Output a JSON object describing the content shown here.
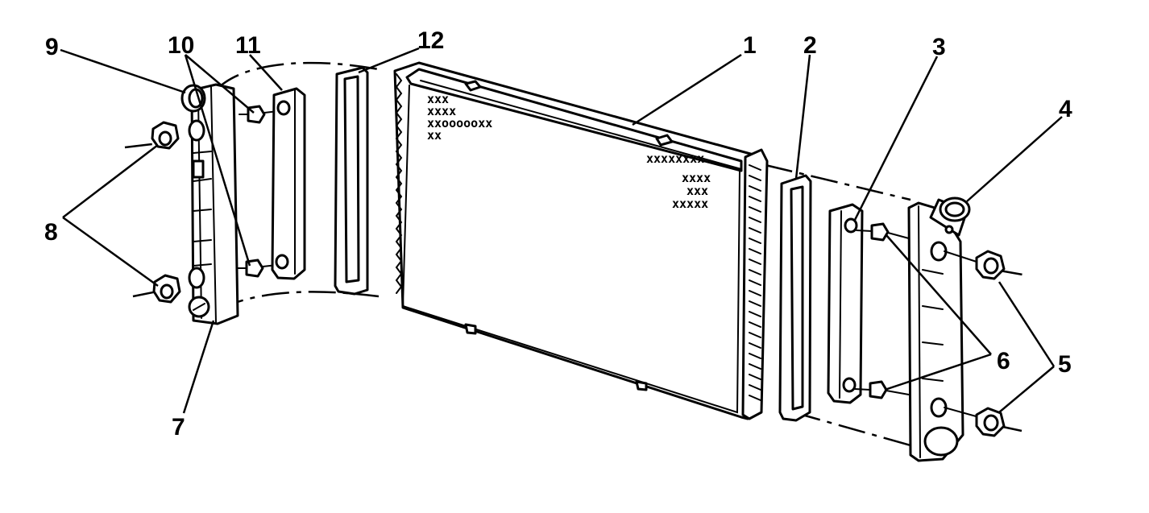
{
  "callouts": [
    {
      "id": "1",
      "text": "1"
    },
    {
      "id": "2",
      "text": "2"
    },
    {
      "id": "3",
      "text": "3"
    },
    {
      "id": "4",
      "text": "4"
    },
    {
      "id": "5",
      "text": "5"
    },
    {
      "id": "6",
      "text": "6"
    },
    {
      "id": "7",
      "text": "7"
    },
    {
      "id": "8",
      "text": "8"
    },
    {
      "id": "9",
      "text": "9"
    },
    {
      "id": "10",
      "text": "10"
    },
    {
      "id": "11",
      "text": "11"
    },
    {
      "id": "12",
      "text": "12"
    }
  ],
  "radiator_marks": {
    "left": [
      "xxx",
      "xxxx",
      "xxoooooxx",
      "xx"
    ],
    "right": [
      "xxxxxxxx",
      "xxxx",
      "xxx",
      "xxxxx"
    ]
  },
  "colors": {
    "ink": "#000000",
    "paper": "#ffffff"
  }
}
